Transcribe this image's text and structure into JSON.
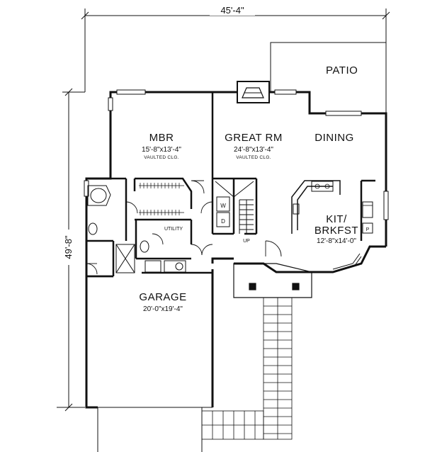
{
  "plan": {
    "overall_width": "45'-4\"",
    "overall_depth": "49'-8\""
  },
  "rooms": {
    "patio": {
      "name": "PATIO"
    },
    "mbr": {
      "name": "MBR",
      "size": "15'-8\"x13'-4\"",
      "note": "VAULTED CLG."
    },
    "great_rm": {
      "name": "GREAT RM",
      "size": "24'-8\"x13'-4\"",
      "note": "VAULTED CLG."
    },
    "dining": {
      "name": "DINING"
    },
    "kit": {
      "name_line1": "KIT/",
      "name_line2": "BRKFST",
      "size": "12'-8\"x14'-0\""
    },
    "utility": {
      "name": "UTILITY"
    },
    "garage": {
      "name": "GARAGE",
      "size": "20'-0\"x19'-4\""
    }
  },
  "small_labels": {
    "washer": "W",
    "dryer": "D",
    "stairs_up": "UP",
    "pantry": "P"
  }
}
